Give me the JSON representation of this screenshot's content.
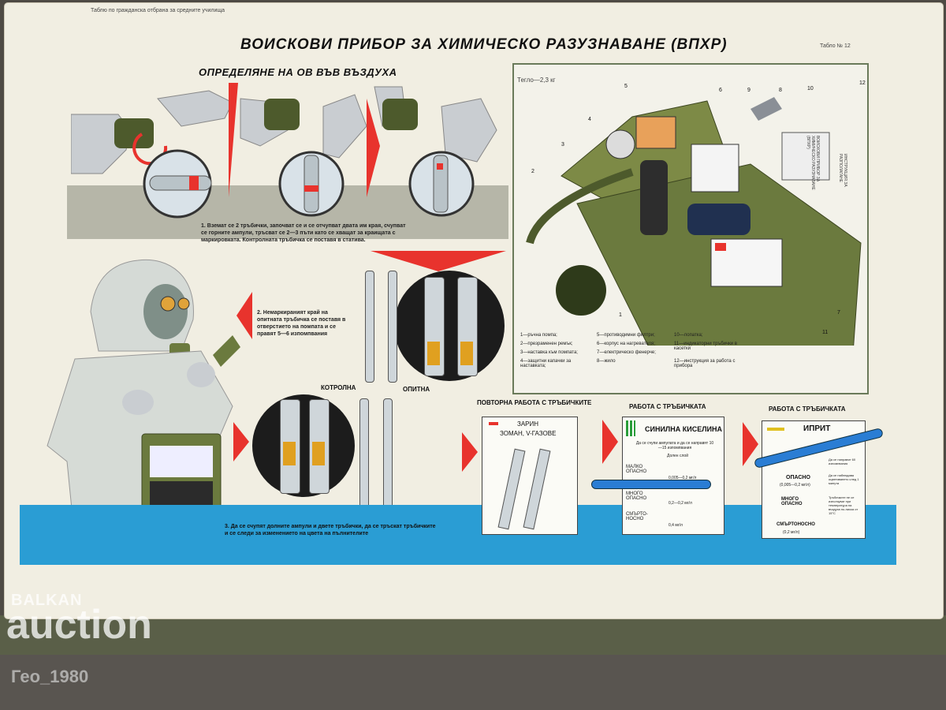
{
  "poster": {
    "top_small_left": "Таблю по гражданска отбрана за средните училища",
    "top_small_right": "Табло № 12",
    "title": "ВОИСКОВИ ПРИБОР ЗА ХИМИЧЕСКО РАЗУЗНАВАНЕ (ВПХР)",
    "subtitle": "ОПРЕДЕЛЯНЕ НА ОВ ВЪВ ВЪЗДУХА",
    "weight": "Тегло—2,3 кг",
    "step1": "1. Вземат се 2 тръбички, започват се и се отчупват двата им края, счупват се горните ампули, тръсват се 2—3 пъти като се хващат за краищата с маркировката. Контролната тръбичка се поставя в статива.",
    "step2": "2. Немаркираният край на опитната тръбичка се поставя в отверстието на помпата и се правят 5—6 изпомпвания",
    "step3": "3. Да се счупят долните ампули и двете тръбички, да се тръскат тръбичките и се следи за изменението на цвета на пълнителите",
    "label_control": "КОТРОЛНА",
    "label_test": "ОПИТНА",
    "legend": [
      "1—ръчна помпа;",
      "2—презраменен ремък;",
      "3—наставка към помпата;",
      "4—защитни капачки за наставката;",
      "5—противодимни филтри;",
      "6—корпус на нагревателя;",
      "7—електрическо фенерче;",
      "8—жило",
      "10—лопатка;",
      "11—индикаторни тръбички в касетки",
      "12—инструкция за работа с прибора"
    ],
    "numbers": [
      "1",
      "2",
      "3",
      "4",
      "5",
      "6",
      "7",
      "8",
      "9",
      "10",
      "11",
      "12"
    ],
    "section1": {
      "head": "ПОВТОРНА РАБОТА С ТРЪБИЧКИТЕ",
      "line1": "ЗАРИН",
      "line2": "ЗОМАН, V-ГАЗОВЕ"
    },
    "section2": {
      "head": "РАБОТА С ТРЪБИЧКАТА",
      "name": "СИНИЛНА КИСЕЛИНА",
      "note": "Да се счупи ампулата и да се направят 10—15 изпомпвания",
      "col": "Долен слой",
      "rows": [
        "МАЛКО ОПАСНО",
        "МНОГО ОПАСНО",
        "СМЪРТО-НОСНО"
      ],
      "vals": [
        "0,005—0,2 мг/л",
        "0,2—0,2 мг/л",
        "0,4 мг/л"
      ]
    },
    "section3": {
      "head": "РАБОТА С ТРЪБИЧКАТА",
      "name": "ИПРИТ",
      "note1": "Да се направят 60 изпомпвания",
      "note2": "Да се наблюдава оцветяването след 1 минута",
      "note3": "Тръбичките не се използуват при температура на въздуха по-ниска от 15°C",
      "rows": [
        "ОПАСНО",
        "МНОГО ОПАСНО",
        "СМЪРТОНОСНО"
      ],
      "vals": [
        "(0,005—0,2 мг/л)",
        "",
        "(0,2 мг/л)"
      ]
    },
    "device_label": "ВОИСКОВИ ПРИБОР ЗА ХИМИЧЕСКО РАЗУЗНАВАНЕ (ВПХР)",
    "device_instr": "ИНСТРУКЦИЯ ЗА РАЗПОЛАГАНЕ"
  },
  "watermark": {
    "brand_top": "BALKAN",
    "brand_bottom": "auction",
    "user": "Гео_1980"
  },
  "colors": {
    "red": "#e8332d",
    "blue": "#2a9dd4",
    "green": "#6b7a3e",
    "gray_band": "#b6b6a8"
  }
}
